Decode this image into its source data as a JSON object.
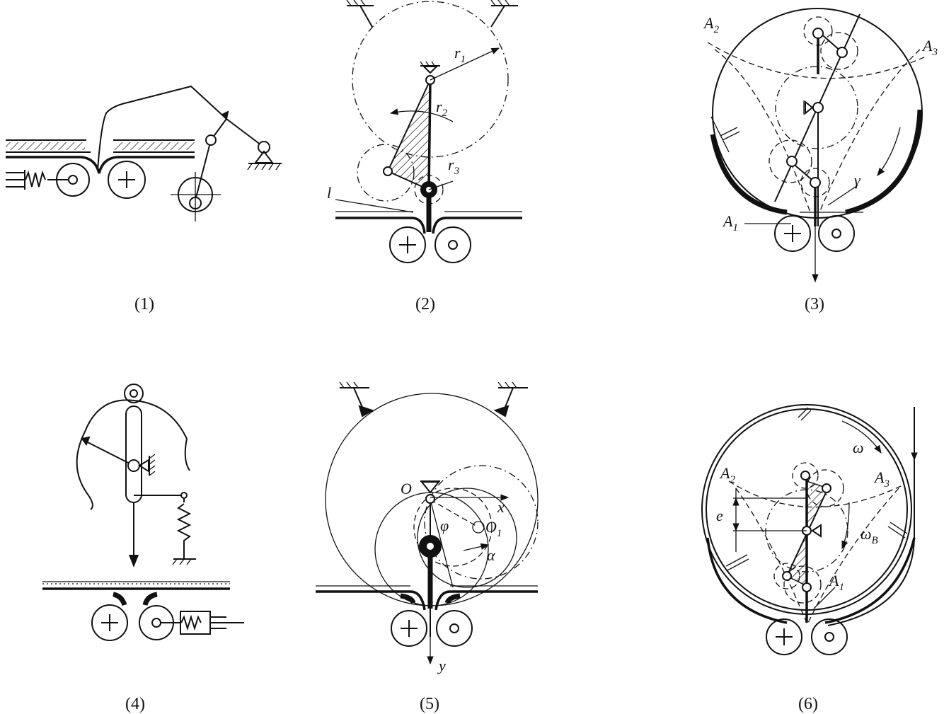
{
  "captions": [
    "(1)",
    "(2)",
    "(3)",
    "(4)",
    "(5)",
    "(6)"
  ],
  "fig2": {
    "r1": "r",
    "r1_sub": "1",
    "r2": "r",
    "r2_sub": "2",
    "r3": "r",
    "r3_sub": "3",
    "l": "l"
  },
  "fig3": {
    "a2": "A",
    "a2_sub": "2",
    "a3": "A",
    "a3_sub": "3",
    "a1": "A",
    "a1_sub": "1",
    "gamma": "γ"
  },
  "fig5": {
    "o": "O",
    "x": "x",
    "y": "y",
    "phi": "φ",
    "o1": "O",
    "o1_sub": "1",
    "alpha": "α"
  },
  "fig6": {
    "omega": "ω",
    "a2": "A",
    "a2_sub": "2",
    "a3": "A",
    "a3_sub": "3",
    "e": "e",
    "omega_b": "ω",
    "omega_b_sub": "B",
    "a1": "A",
    "a1_sub": "1"
  }
}
